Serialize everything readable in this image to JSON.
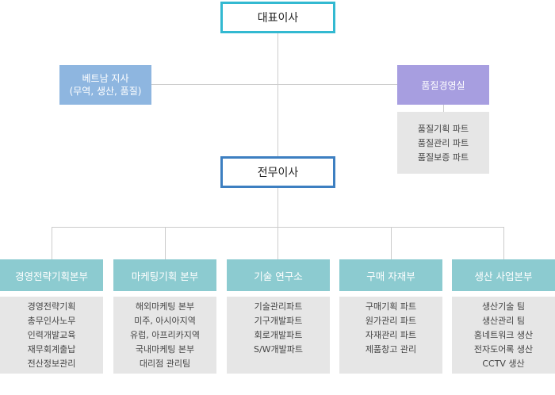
{
  "org_chart": {
    "ceo": "대표이사",
    "vietnam_branch": {
      "line1": "베트남 지사",
      "line2": "(무역, 생산, 품질)"
    },
    "quality_office": {
      "title": "품질경영실",
      "items": [
        "품질기획 파트",
        "품질관리 파트",
        "품질보증 파트"
      ]
    },
    "vice_president": "전무이사",
    "divisions": [
      {
        "title": "경영전략기획본부",
        "items": [
          "경영전략기획",
          "총무인사노무",
          "인력개발교육",
          "재무회계출납",
          "전산정보관리"
        ]
      },
      {
        "title": "마케팅기획 본부",
        "items": [
          "해외마케팅 본부",
          "미주, 아시아지역",
          "유럽, 아프리카지역",
          "국내마케팅 본부",
          "대리점 관리팀"
        ]
      },
      {
        "title": "기술 연구소",
        "items": [
          "기술관리파트",
          "기구개발파트",
          "회로개발파트",
          "S/W개발파트"
        ]
      },
      {
        "title": "구매 자재부",
        "items": [
          "구매기획 파트",
          "원가관리 파트",
          "자재관리 파트",
          "제품창고 관리"
        ]
      },
      {
        "title": "생산 사업본부",
        "items": [
          "생산기술 팀",
          "생산관리 팀",
          "홈네트워크 생산",
          "전자도어록 생산",
          "CCTV 생산"
        ]
      }
    ]
  },
  "colors": {
    "ceo_border": "#33b9d1",
    "vice_border": "#3d7fc1",
    "vietnam_fill": "#8eb6e0",
    "quality_fill": "#a79ee0",
    "division_fill": "#8ccbd0",
    "item_fill": "#e6e6e6",
    "connector": "#cccccc"
  }
}
